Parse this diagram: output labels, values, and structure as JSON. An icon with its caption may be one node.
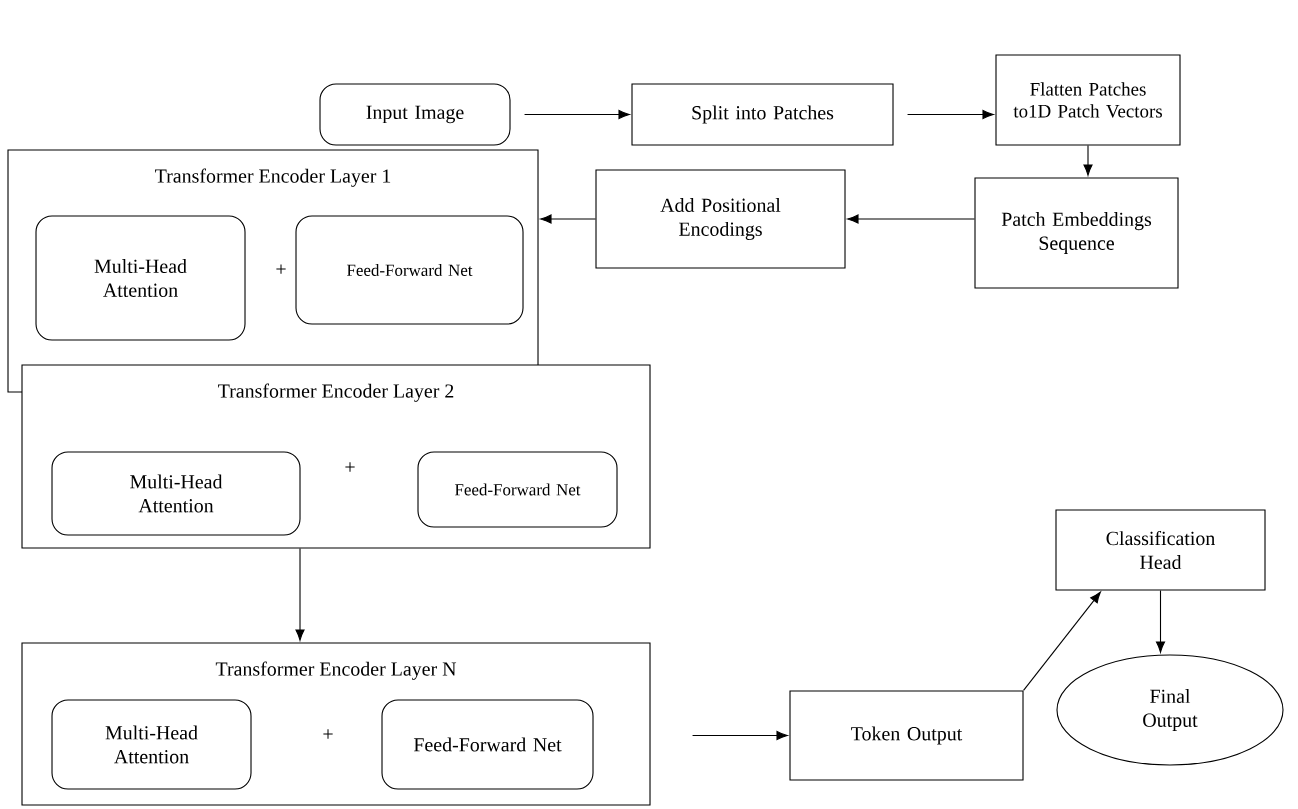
{
  "diagram": {
    "nodes": [
      {
        "text": [
          "Input Image"
        ]
      },
      {
        "text": [
          "Split into Patches"
        ]
      },
      {
        "text": [
          "Flatten Patches to1D Patch Vectors"
        ]
      },
      {
        "text": [
          "Transformer Encoder Layer 1"
        ]
      },
      {
        "text": [
          "Multi-Head Attention"
        ],
        "in": 3
      },
      {
        "text": [
          "Feed-Forward Net"
        ],
        "in": 3
      },
      {
        "text": [
          "Add Positional Encodings"
        ]
      },
      {
        "text": [
          "Patch Embeddings Sequence"
        ]
      },
      {
        "text": [
          "Transformer Encoder Layer 2"
        ]
      },
      {
        "text": [
          "Multi-Head Attention"
        ],
        "in": 8
      },
      {
        "text": [
          "Feed-Forward Net"
        ],
        "in": 8
      },
      {
        "text": [
          "Classification Head"
        ]
      },
      {
        "text": [
          "Transformer Encoder Layer N"
        ]
      },
      {
        "text": [
          "Multi-Head Attention"
        ],
        "in": 12
      },
      {
        "text": [
          "Feed-Forward Net"
        ],
        "in": 12
      },
      {
        "text": [
          "Token Output"
        ]
      },
      {
        "text": [
          "Final Output"
        ]
      }
    ],
    "edges": [
      {
        "from": 0,
        "to": 1,
        "arrow": "to"
      },
      {
        "from": 1,
        "to": 2,
        "arrow": "to"
      },
      {
        "from": 2,
        "to": 7,
        "arrow": "to"
      },
      {
        "from": 7,
        "to": 6,
        "arrow": "to"
      },
      {
        "from": 6,
        "to": 3,
        "arrow": "to"
      },
      {
        "from": 8,
        "to": 12,
        "arrow": "to"
      },
      {
        "from": 12,
        "to": 15,
        "arrow": "to"
      },
      {
        "from": 15,
        "to": 11,
        "arrow": "to"
      },
      {
        "from": 11,
        "to": 16,
        "arrow": "to"
      }
    ],
    "labels": [
      "+",
      "+",
      "+"
    ]
  }
}
